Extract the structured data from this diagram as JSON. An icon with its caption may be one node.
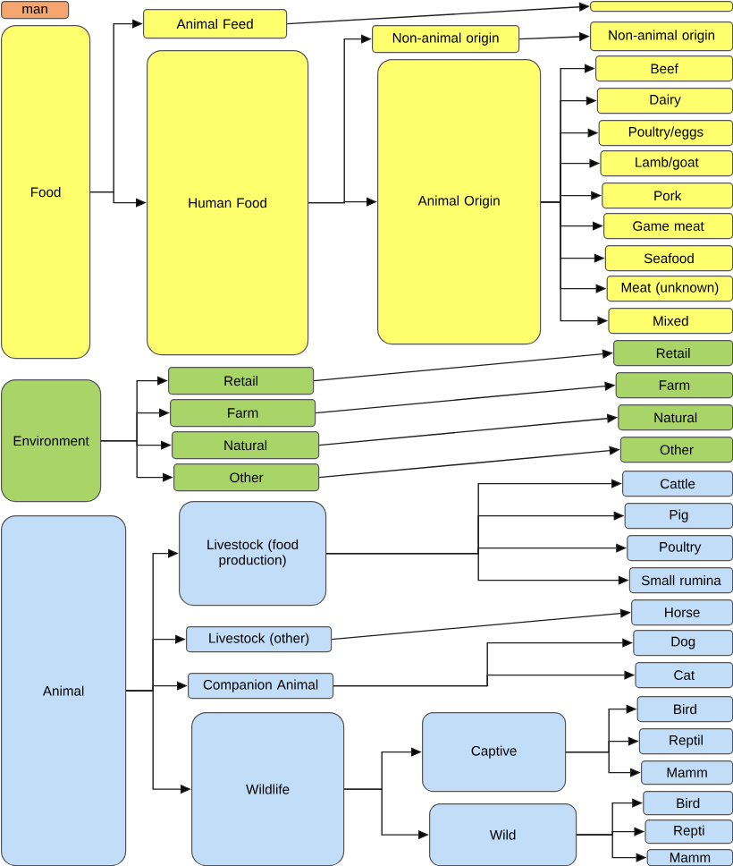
{
  "diagram": {
    "nodes": [
      {
        "text": [
          "man"
        ]
      },
      {
        "text": [
          "Food"
        ]
      },
      {
        "text": [
          "Environment"
        ]
      },
      {
        "text": [
          "Animal"
        ]
      },
      {
        "text": [
          "Animal Feed"
        ]
      },
      {
        "text": [
          "Human Food"
        ]
      },
      {
        "text": [
          "Retail"
        ]
      },
      {
        "text": [
          "Farm"
        ]
      },
      {
        "text": [
          "Natural"
        ]
      },
      {
        "text": [
          "Other"
        ]
      },
      {
        "text": [
          "Livestock (food production)"
        ]
      },
      {
        "text": [
          "Livestock (other)"
        ]
      },
      {
        "text": [
          "Companion Animal"
        ]
      },
      {
        "text": [
          "Wildlife"
        ]
      },
      {
        "text": [
          "Non-animal origin"
        ]
      },
      {
        "text": [
          "Animal Origin"
        ]
      },
      {
        "text": [
          "Captive"
        ]
      },
      {
        "text": [
          "Wild"
        ]
      },
      {
        "text": [],
        "shape": "box"
      },
      {
        "text": [
          "Non-animal origin"
        ]
      },
      {
        "text": [
          "Beef"
        ]
      },
      {
        "text": [
          "Dairy"
        ]
      },
      {
        "text": [
          "Poultry/eggs"
        ]
      },
      {
        "text": [
          "Lamb/goat"
        ]
      },
      {
        "text": [
          "Pork"
        ]
      },
      {
        "text": [
          "Game meat"
        ]
      },
      {
        "text": [
          "Seafood"
        ]
      },
      {
        "text": [
          "Meat (unknown)"
        ]
      },
      {
        "text": [
          "Mixed"
        ]
      },
      {
        "text": [
          "Retail"
        ]
      },
      {
        "text": [
          "Farm"
        ]
      },
      {
        "text": [
          "Natural"
        ]
      },
      {
        "text": [
          "Other"
        ]
      },
      {
        "text": [
          "Cattle"
        ]
      },
      {
        "text": [
          "Pig"
        ]
      },
      {
        "text": [
          "Poultry"
        ]
      },
      {
        "text": [
          "Small rumina"
        ]
      },
      {
        "text": [
          "Horse"
        ]
      },
      {
        "text": [
          "Dog"
        ]
      },
      {
        "text": [
          "Cat"
        ]
      },
      {
        "text": [
          "Bird"
        ]
      },
      {
        "text": [
          "Reptil"
        ]
      },
      {
        "text": [
          "Mamm"
        ]
      },
      {
        "text": [
          "Bird"
        ]
      },
      {
        "text": [
          "Repti"
        ]
      },
      {
        "text": [
          "Mamm"
        ]
      }
    ],
    "edges": [
      {
        "from": 1,
        "to": 4,
        "arrow": "to"
      },
      {
        "from": 1,
        "to": 5,
        "arrow": "to"
      },
      {
        "from": 4,
        "to": 18,
        "arrow": "to"
      },
      {
        "from": 5,
        "to": 14,
        "arrow": "to"
      },
      {
        "from": 5,
        "to": 15,
        "arrow": "to"
      },
      {
        "from": 14,
        "to": 19,
        "arrow": "to"
      },
      {
        "from": 15,
        "to": 20,
        "arrow": "to"
      },
      {
        "from": 15,
        "to": 21,
        "arrow": "to"
      },
      {
        "from": 15,
        "to": 22,
        "arrow": "to"
      },
      {
        "from": 15,
        "to": 23,
        "arrow": "to"
      },
      {
        "from": 15,
        "to": 24,
        "arrow": "to"
      },
      {
        "from": 15,
        "to": 25,
        "arrow": "to"
      },
      {
        "from": 15,
        "to": 26,
        "arrow": "to"
      },
      {
        "from": 15,
        "to": 27,
        "arrow": "to"
      },
      {
        "from": 15,
        "to": 28,
        "arrow": "to"
      },
      {
        "from": 2,
        "to": 6,
        "arrow": "to"
      },
      {
        "from": 2,
        "to": 7,
        "arrow": "to"
      },
      {
        "from": 2,
        "to": 8,
        "arrow": "to"
      },
      {
        "from": 2,
        "to": 9,
        "arrow": "to"
      },
      {
        "from": 6,
        "to": 29,
        "arrow": "to"
      },
      {
        "from": 7,
        "to": 30,
        "arrow": "to"
      },
      {
        "from": 8,
        "to": 31,
        "arrow": "to"
      },
      {
        "from": 9,
        "to": 32,
        "arrow": "to"
      },
      {
        "from": 3,
        "to": 10,
        "arrow": "to"
      },
      {
        "from": 3,
        "to": 11,
        "arrow": "to"
      },
      {
        "from": 3,
        "to": 12,
        "arrow": "to"
      },
      {
        "from": 3,
        "to": 13,
        "arrow": "to"
      },
      {
        "from": 10,
        "to": 33,
        "arrow": "to"
      },
      {
        "from": 10,
        "to": 34,
        "arrow": "to"
      },
      {
        "from": 10,
        "to": 35,
        "arrow": "to"
      },
      {
        "from": 10,
        "to": 36,
        "arrow": "to"
      },
      {
        "from": 11,
        "to": 37,
        "arrow": "to"
      },
      {
        "from": 12,
        "to": 38,
        "arrow": "to"
      },
      {
        "from": 12,
        "to": 39,
        "arrow": "to"
      },
      {
        "from": 13,
        "to": 16,
        "arrow": "to"
      },
      {
        "from": 13,
        "to": 17,
        "arrow": "to"
      },
      {
        "from": 16,
        "to": 40,
        "arrow": "to"
      },
      {
        "from": 16,
        "to": 41,
        "arrow": "to"
      },
      {
        "from": 16,
        "to": 42,
        "arrow": "to"
      },
      {
        "from": 17,
        "to": 43,
        "arrow": "to"
      },
      {
        "from": 17,
        "to": 44,
        "arrow": "to"
      },
      {
        "from": 17,
        "to": 45,
        "arrow": "to"
      }
    ]
  }
}
